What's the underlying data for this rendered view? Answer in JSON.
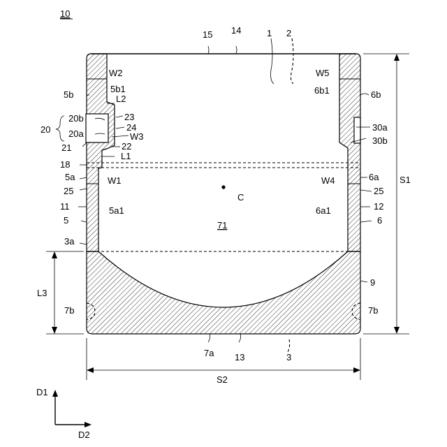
{
  "figure_number": "10",
  "labels": {
    "l15": "15",
    "l14": "14",
    "l1": "1",
    "l2": "2",
    "lW2": "W2",
    "lW5": "W5",
    "l5b": "5b",
    "l5b1": "5b1",
    "lL2": "L2",
    "l6b1": "6b1",
    "l6b": "6b",
    "l20": "20",
    "l20b": "20b",
    "l20a": "20a",
    "l23": "23",
    "l24": "24",
    "lW3": "W3",
    "l21": "21",
    "l22": "22",
    "l30a": "30a",
    "l30b": "30b",
    "lL1": "L1",
    "l18": "18",
    "l5a": "5a",
    "lW1": "W1",
    "lW4": "W4",
    "l6a": "6a",
    "lS1": "S1",
    "l25a": "25",
    "l25b": "25",
    "lC": "C",
    "l11": "11",
    "l5a1": "5a1",
    "l6a1": "6a1",
    "l12": "12",
    "l5": "5",
    "l71": "71",
    "l6": "6",
    "l3a": "3a",
    "lL3": "L3",
    "l9": "9",
    "l7bL": "7b",
    "l7bR": "7b",
    "l7a": "7a",
    "l13": "13",
    "l3": "3",
    "lS2": "S2",
    "lD1": "D1",
    "lD2": "D2"
  }
}
